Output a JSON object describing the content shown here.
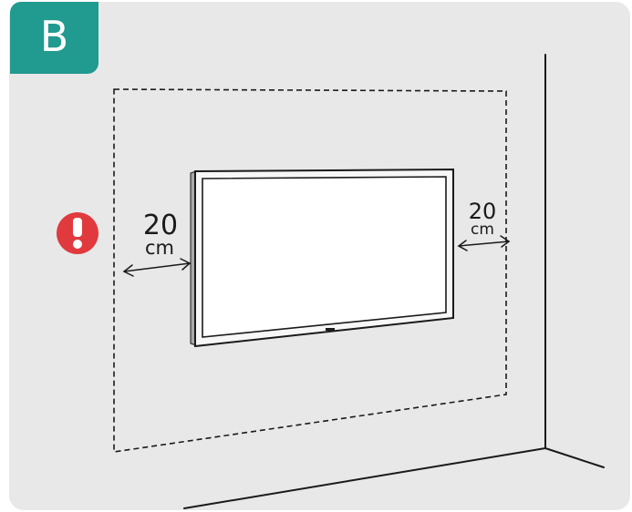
{
  "step_badge": {
    "letter": "B",
    "color": "#219a8f"
  },
  "left_clearance": {
    "value": "20",
    "unit": "cm"
  },
  "right_clearance": {
    "value": "20",
    "unit": "cm"
  },
  "warning": {
    "icon": "exclamation-warning-icon",
    "color": "#e03a3e"
  }
}
